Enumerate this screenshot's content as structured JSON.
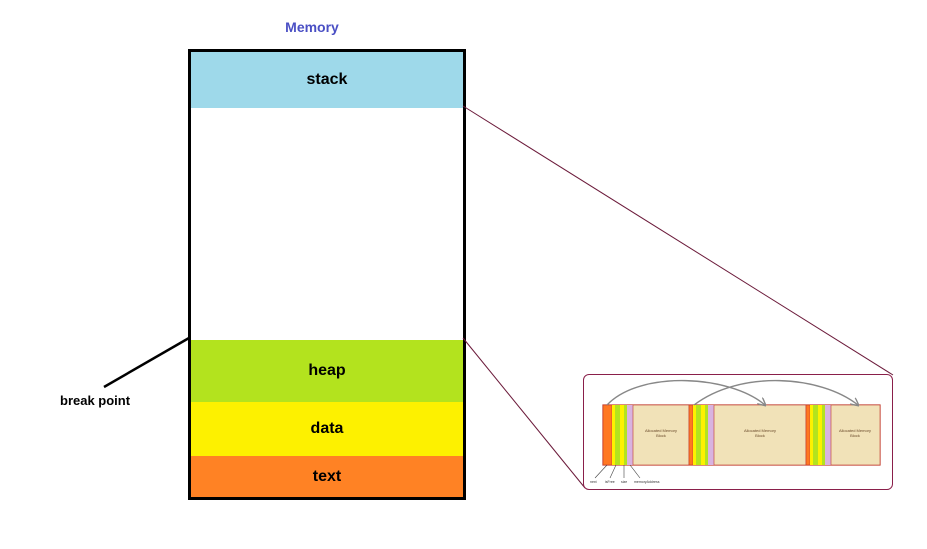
{
  "diagram": {
    "title": "Memory",
    "segments": {
      "stack": "stack",
      "heap": "heap",
      "data": "data",
      "text": "text"
    },
    "break_point_label": "break point",
    "zoom": {
      "blocks": [
        {
          "label_line1": "Allocated Memory",
          "label_line2": "Block"
        },
        {
          "label_line1": "Allocated Memory",
          "label_line2": "Block"
        },
        {
          "label_line1": "Allocated Memory",
          "label_line2": "Block"
        }
      ],
      "header_labels": [
        "next",
        "isFree",
        "size",
        "memoryAddress"
      ]
    },
    "colors": {
      "stack": "#9ed9ea",
      "heap": "#b3e31e",
      "data": "#fdf100",
      "text": "#ff8224",
      "title": "#4a4fc4",
      "zoom_border": "#8a1f4a"
    }
  }
}
